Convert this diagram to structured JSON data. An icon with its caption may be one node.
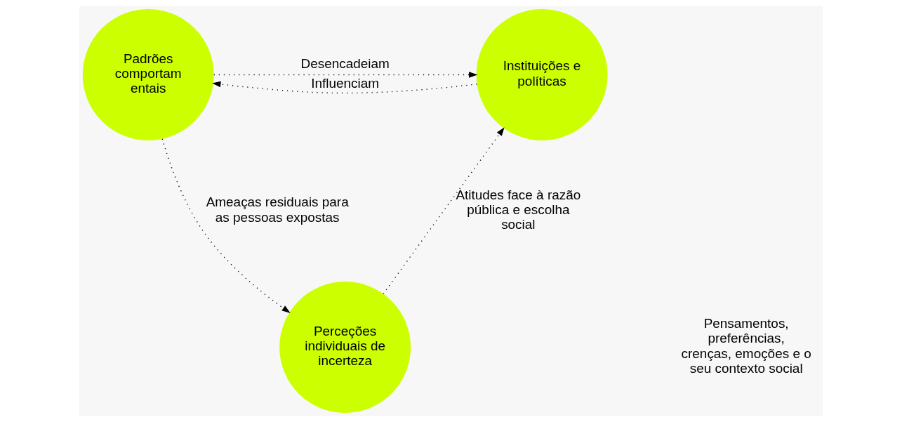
{
  "diagram": {
    "nodes": [
      {
        "text": [
          "Padrões comportam entais"
        ]
      },
      {
        "text": [
          "Instituições e políticas"
        ]
      },
      {
        "text": [
          "Perceções individuais de incerteza"
        ]
      }
    ],
    "edges": [
      {
        "from": 1,
        "to": 0,
        "arrow": "to",
        "label": "Influenciam",
        "style": "dashed"
      },
      {
        "from": 0,
        "to": 1,
        "arrow": "to",
        "label": "Desencadeiam",
        "style": "dashed"
      },
      {
        "from": 0,
        "to": 2,
        "arrow": "to",
        "label": "Ameaças residuais para as pessoas expostas",
        "style": "dashed"
      },
      {
        "from": 2,
        "to": 1,
        "arrow": "to",
        "label": "Atitudes face à razão pública e escolha social",
        "style": "dashed"
      }
    ],
    "labels": [
      "Pensamentos, preferências, crenças, emoções e o seu contexto social"
    ]
  }
}
